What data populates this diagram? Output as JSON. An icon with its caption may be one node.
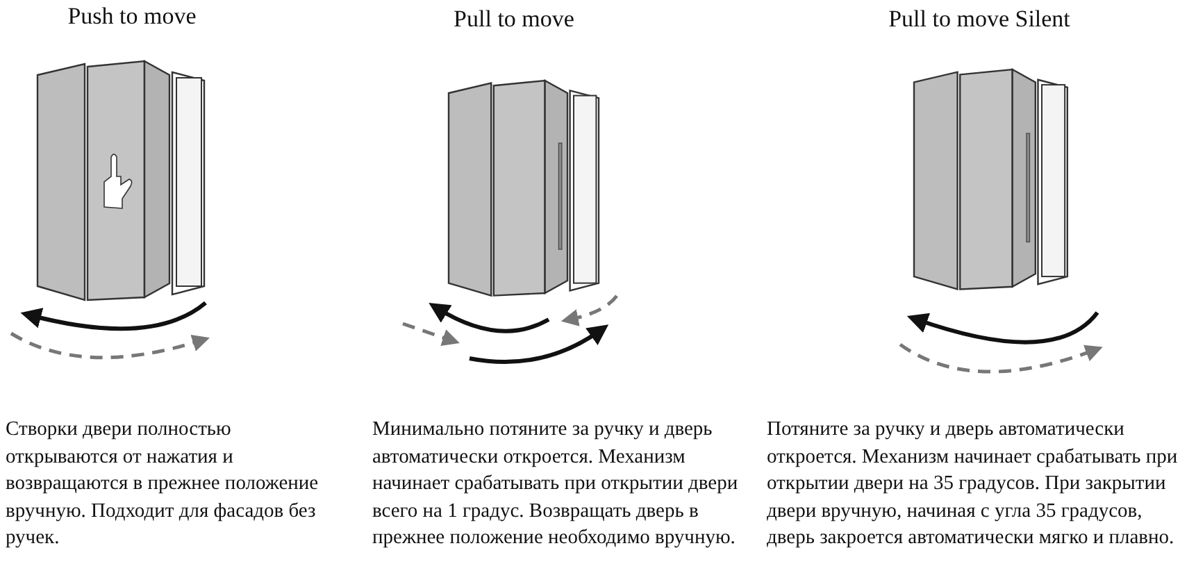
{
  "diagram": {
    "labels": [
      "Push to move",
      "Pull to move",
      "Pull to move Silent",
      "Створки двери полностью открываются от нажатия и возвращаются в прежнее положение вручную. Подходит для фасадов без ручек.",
      "Минимально потяните за ручку и дверь автоматически откроется. Механизм начинает срабатывать при открытии двери всего на 1 градус. Возвращать дверь в прежнее положение необходимо вручную.",
      "Потяните за ручку и дверь автоматически откроется. Механизм начинает срабатывать при открытии двери на 35 градусов. При закрытии двери вручную, начиная с угла 35 градусов, дверь закроется автоматически мягко и плавно."
    ]
  }
}
